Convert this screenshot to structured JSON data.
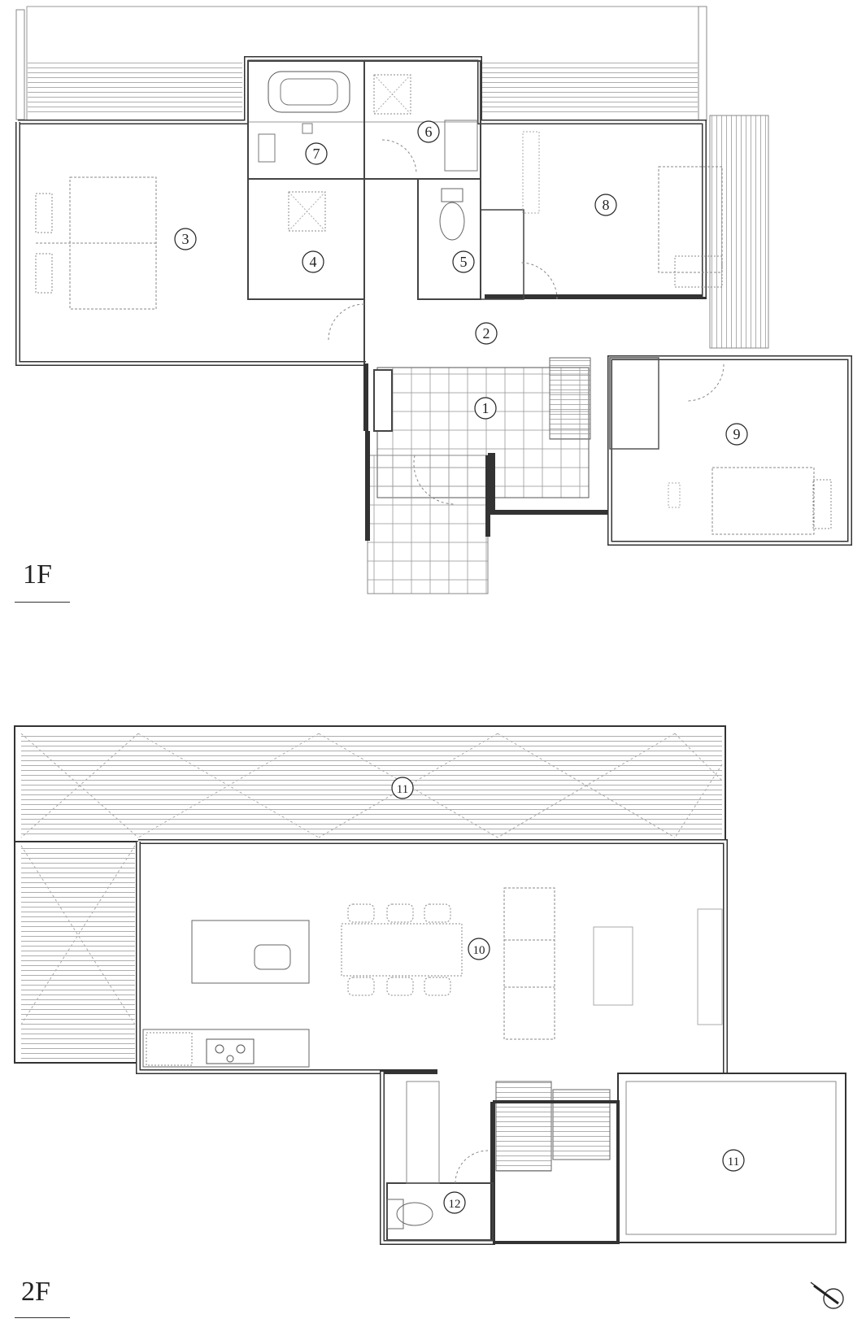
{
  "floors": [
    {
      "label": "1F"
    },
    {
      "label": "2F"
    }
  ],
  "rooms": [
    {
      "num": "1",
      "floor": "1F"
    },
    {
      "num": "2",
      "floor": "1F"
    },
    {
      "num": "3",
      "floor": "1F"
    },
    {
      "num": "4",
      "floor": "1F"
    },
    {
      "num": "5",
      "floor": "1F"
    },
    {
      "num": "6",
      "floor": "1F"
    },
    {
      "num": "7",
      "floor": "1F"
    },
    {
      "num": "8",
      "floor": "1F"
    },
    {
      "num": "9",
      "floor": "1F"
    },
    {
      "num": "10",
      "floor": "2F"
    },
    {
      "num": "11",
      "floor": "2F"
    },
    {
      "num": "11",
      "floor": "2F"
    },
    {
      "num": "12",
      "floor": "2F"
    }
  ],
  "icons": {
    "north": "north-arrow-icon"
  },
  "colors": {
    "line": "#555555",
    "wall": "#444444",
    "hatch": "#9a9a9a"
  }
}
